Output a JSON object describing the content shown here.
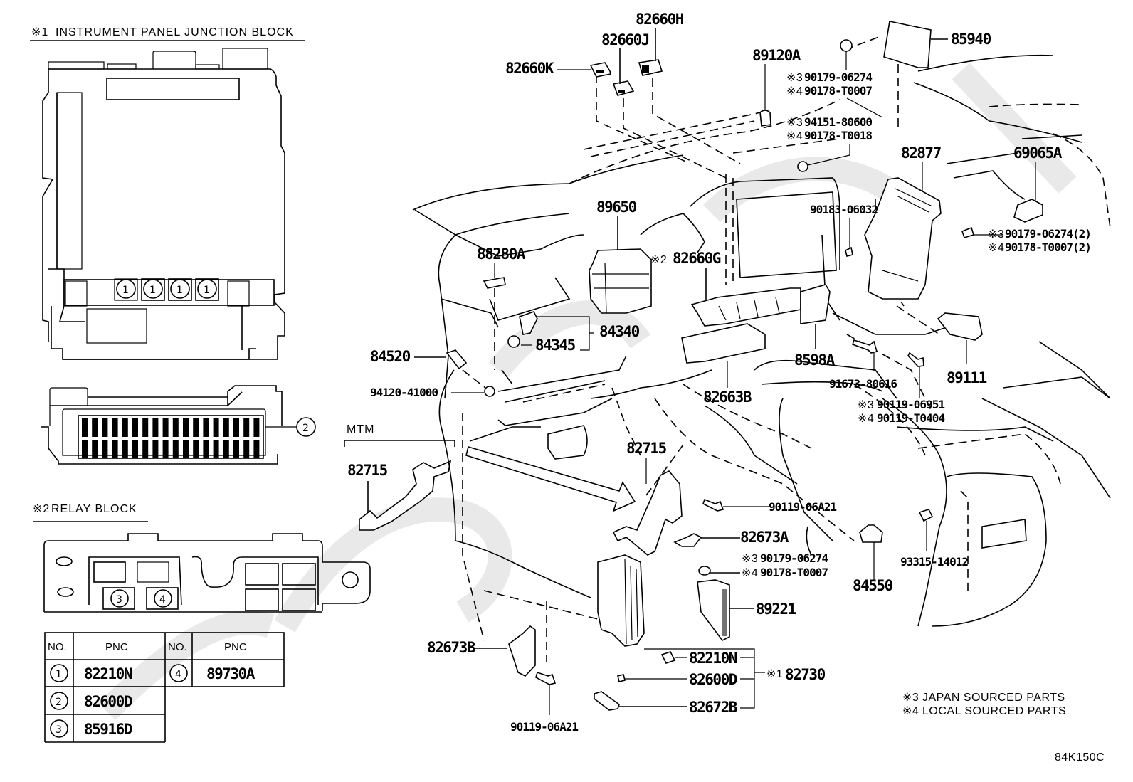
{
  "diagram_id": "84K150C",
  "watermark": "toyota-catalog",
  "insets": {
    "junction_block": {
      "title_mark": "※1",
      "title": "INSTRUMENT PANEL JUNCTION BLOCK",
      "fuse_callouts": [
        "1",
        "1",
        "1",
        "1"
      ],
      "connector_callout": "2"
    },
    "relay_block": {
      "title_mark": "※2",
      "title": "RELAY BLOCK",
      "relay_callouts": [
        "3",
        "4"
      ]
    },
    "pnc_table": {
      "headers": [
        "NO.",
        "PNC",
        "NO.",
        "PNC"
      ],
      "rows": [
        {
          "no": "1",
          "pnc": "82210N"
        },
        {
          "no": "2",
          "pnc": "82600D"
        },
        {
          "no": "3",
          "pnc": "85916D"
        },
        {
          "no": "4",
          "pnc": "89730A"
        }
      ]
    },
    "mtm": {
      "label": "MTM",
      "part": "82715"
    }
  },
  "parts": {
    "p82660H": "82660H",
    "p82660J": "82660J",
    "p82660K": "82660K",
    "p89120A": "89120A",
    "p85940": "85940",
    "p82877": "82877",
    "p69065A": "69065A",
    "p90183": "90183-06032",
    "p89650": "89650",
    "p88280A": "88280A",
    "p82660G": "82660G",
    "p82660G_mark": "※2",
    "p84340": "84340",
    "p84345": "84345",
    "p84520": "84520",
    "p94120": "94120-41000",
    "p8598A": "8598A",
    "p82663B": "82663B",
    "p91673": "91673-80616",
    "p89111": "89111",
    "p82715": "82715",
    "p90119a": "90119-06A21",
    "p82673A": "82673A",
    "p89221": "89221",
    "p82673B": "82673B",
    "p90119b": "90119-06A21",
    "p82210N": "82210N",
    "p82600D": "82600D",
    "p82672B": "82672B",
    "p82730": "82730",
    "p82730_mark": "※1",
    "p84550": "84550",
    "p93315": "93315-14012"
  },
  "alt_parts": {
    "top_clip": [
      {
        "mark": "※3",
        "pnc": "90179-06274"
      },
      {
        "mark": "※4",
        "pnc": "90178-T0007"
      }
    ],
    "top_nut": [
      {
        "mark": "※3",
        "pnc": "94151-80600"
      },
      {
        "mark": "※4",
        "pnc": "90178-T0018"
      }
    ],
    "right_clip": [
      {
        "mark": "※3",
        "pnc": "90179-06274(2)"
      },
      {
        "mark": "※4",
        "pnc": "90178-T0007(2)"
      }
    ],
    "bolt_mid": [
      {
        "mark": "※3",
        "pnc": "90119-06951"
      },
      {
        "mark": "※4",
        "pnc": "90119-T0404"
      }
    ],
    "clip_lower": [
      {
        "mark": "※3",
        "pnc": "90179-06274"
      },
      {
        "mark": "※4",
        "pnc": "90178-T0007"
      }
    ]
  },
  "legend": [
    {
      "mark": "※3",
      "text": "JAPAN SOURCED PARTS"
    },
    {
      "mark": "※4",
      "text": "LOCAL SOURCED PARTS"
    }
  ]
}
